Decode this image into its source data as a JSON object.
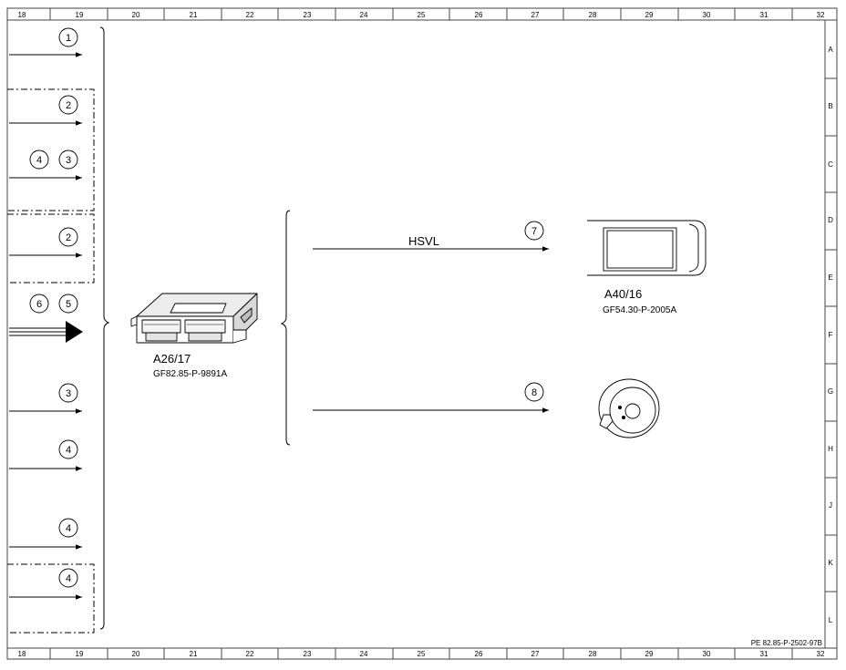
{
  "grid": {
    "columns": [
      "18",
      "19",
      "20",
      "21",
      "22",
      "23",
      "24",
      "25",
      "26",
      "27",
      "28",
      "29",
      "30",
      "31",
      "32"
    ],
    "rows": [
      "A",
      "B",
      "C",
      "D",
      "E",
      "F",
      "G",
      "H",
      "J",
      "K",
      "L"
    ]
  },
  "diagram": {
    "left_inputs": [
      {
        "numbers": [
          "1"
        ]
      },
      {
        "numbers": [
          "2"
        ]
      },
      {
        "numbers": [
          "4",
          "3"
        ]
      },
      {
        "numbers": [
          "2"
        ]
      },
      {
        "numbers": [
          "6",
          "5"
        ]
      },
      {
        "numbers": [
          "3"
        ]
      },
      {
        "numbers": [
          "4"
        ]
      },
      {
        "numbers": [
          "4"
        ]
      },
      {
        "numbers": [
          "4"
        ]
      }
    ],
    "control_unit": {
      "id": "A26/17",
      "doc": "GF82.85-P-9891A"
    },
    "outputs": [
      {
        "number": "7",
        "label": "HSVL"
      },
      {
        "number": "8",
        "label": ""
      }
    ],
    "display_unit": {
      "id": "A40/16",
      "doc": "GF54.30-P-2005A"
    },
    "speaker": {
      "id": ""
    }
  },
  "footer": {
    "reference": "PE 82.85-P-2502-97B"
  },
  "colors": {
    "line": "#000000",
    "border": "#444444",
    "background": "#ffffff"
  }
}
